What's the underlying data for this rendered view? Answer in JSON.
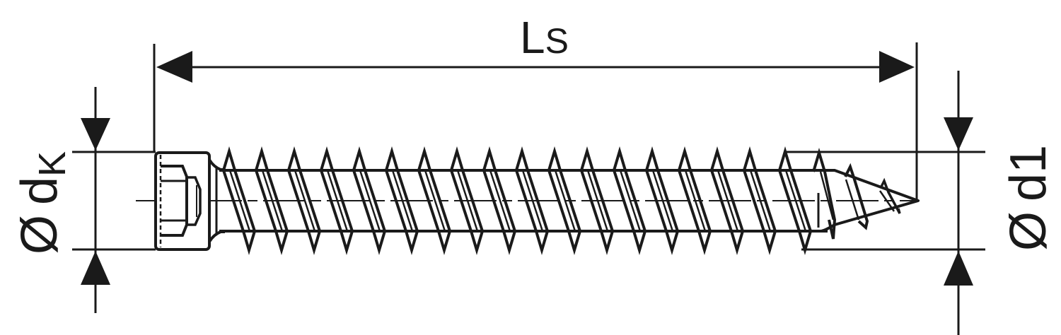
{
  "diagram": {
    "type": "technical-drawing",
    "subject": "hex-socket concrete screw side view",
    "colors": {
      "line": "#1a1a1a",
      "background": "#ffffff"
    }
  },
  "dimensions": {
    "length": {
      "label_main": "L",
      "label_sub": "S"
    },
    "head_diameter": {
      "symbol": "Ø",
      "label_main": "d",
      "label_sub": "K"
    },
    "thread_diameter": {
      "symbol": "Ø",
      "label_main": "d1"
    }
  },
  "screw": {
    "head": {
      "drive": "hexalobular/hex socket"
    },
    "thread_count": 18,
    "tip": "pointed"
  }
}
